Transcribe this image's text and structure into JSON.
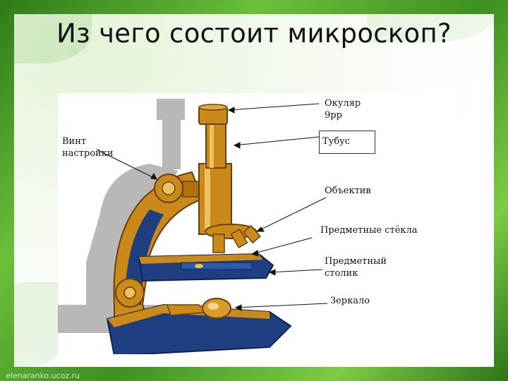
{
  "slide": {
    "title": "Из чего состоит микроскоп?",
    "footer": "elenaranko.ucoz.ru"
  },
  "labels": {
    "eyepiece_line1": "Окуляр",
    "eyepiece_line2": "9рр",
    "tube": "Тубус",
    "adjust_screw_line1": "Винт",
    "adjust_screw_line2": "настройки",
    "objective": "Объектив",
    "slides": "Предметные стёкла",
    "stage_line1": "Предметный",
    "stage_line2": "столик",
    "mirror": "Зеркало"
  },
  "colors": {
    "frame_green": "#4e9a2b",
    "metal_gold": "#c98a1a",
    "metal_dark": "#7a4a05",
    "stage_navy": "#1f3f80",
    "shadow_gray": "#b8b8b8"
  }
}
